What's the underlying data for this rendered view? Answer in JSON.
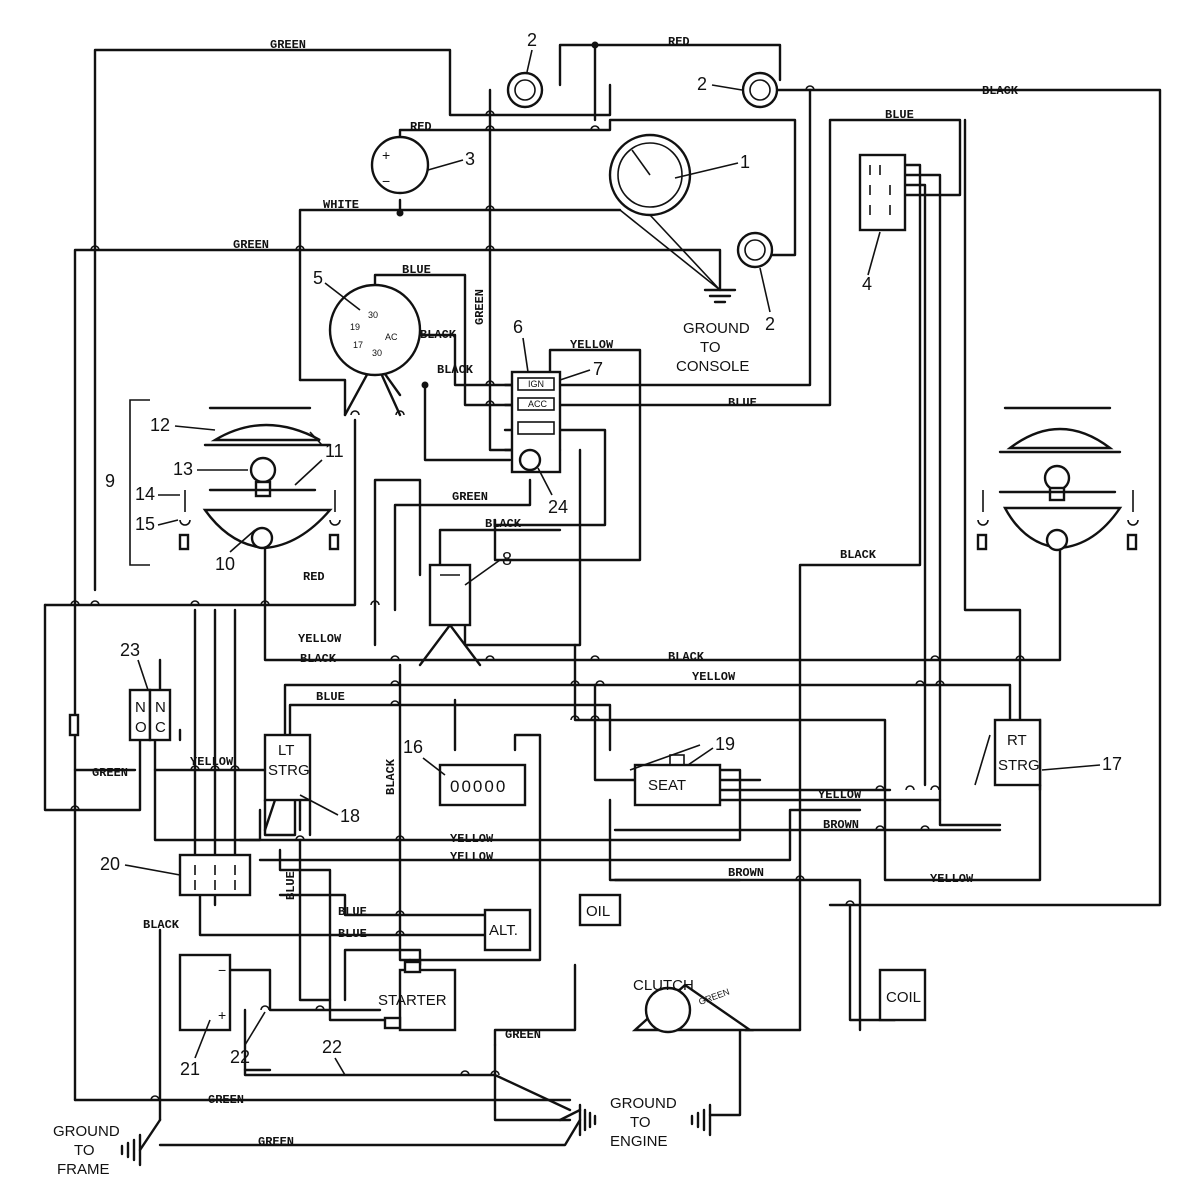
{
  "wire_labels": {
    "green_top": "GREEN",
    "red_top": "RED",
    "black_top": "BLACK",
    "red_gauge": "RED",
    "white": "WHITE",
    "green_left": "GREEN",
    "blue_key": "BLUE",
    "blue_right": "BLUE",
    "green_vertical": "GREEN",
    "black_key": "BLACK",
    "black_key2": "BLACK",
    "yellow_top": "YELLOW",
    "blue_mid": "BLUE",
    "green_mid": "GREEN",
    "black_mid": "BLACK",
    "black_right": "BLACK",
    "red_mid": "RED",
    "yellow_mid": "YELLOW",
    "black_bus": "BLACK",
    "black_bus_right": "BLACK",
    "yellow_bus_right": "YELLOW",
    "blue_bus": "BLUE",
    "green_relay": "GREEN",
    "yellow_relay": "YELLOW",
    "black_vertical": "BLACK",
    "yellow_low1": "YELLOW",
    "yellow_low2": "YELLOW",
    "yellow_seat": "YELLOW",
    "brown_seat": "BROWN",
    "brown_low": "BROWN",
    "yellow_rt": "YELLOW",
    "blue_vertical": "BLUE",
    "blue_alt1": "BLUE",
    "blue_alt2": "BLUE",
    "black_conn": "BLACK",
    "green_clutch": "GREEN",
    "green_engine": "GREEN",
    "green_frame1": "GREEN",
    "green_frame2": "GREEN"
  },
  "component_labels": {
    "ground_console": [
      "GROUND",
      "TO",
      "CONSOLE"
    ],
    "ground_engine": [
      "GROUND",
      "TO",
      "ENGINE"
    ],
    "ground_frame": [
      "GROUND",
      "TO",
      "FRAME"
    ],
    "starter": "STARTER",
    "alt": "ALT.",
    "oil": "OIL",
    "coil": "COIL",
    "clutch": "CLUTCH",
    "seat": "SEAT",
    "lt_strg": [
      "LT",
      "STRG"
    ],
    "rt_strg": [
      "RT",
      "STRG"
    ],
    "hour_meter": "00000",
    "relay": [
      "N",
      "O",
      "N",
      "C"
    ],
    "key_terminals": [
      "30",
      "19",
      "17",
      "30",
      "AC"
    ],
    "switch_terminals": [
      "IGN",
      "ACC"
    ]
  },
  "callouts": [
    "1",
    "2",
    "2",
    "2",
    "3",
    "4",
    "5",
    "6",
    "7",
    "8",
    "9",
    "10",
    "11",
    "12",
    "13",
    "14",
    "15",
    "16",
    "17",
    "18",
    "19",
    "20",
    "21",
    "22",
    "22",
    "23",
    "24"
  ]
}
